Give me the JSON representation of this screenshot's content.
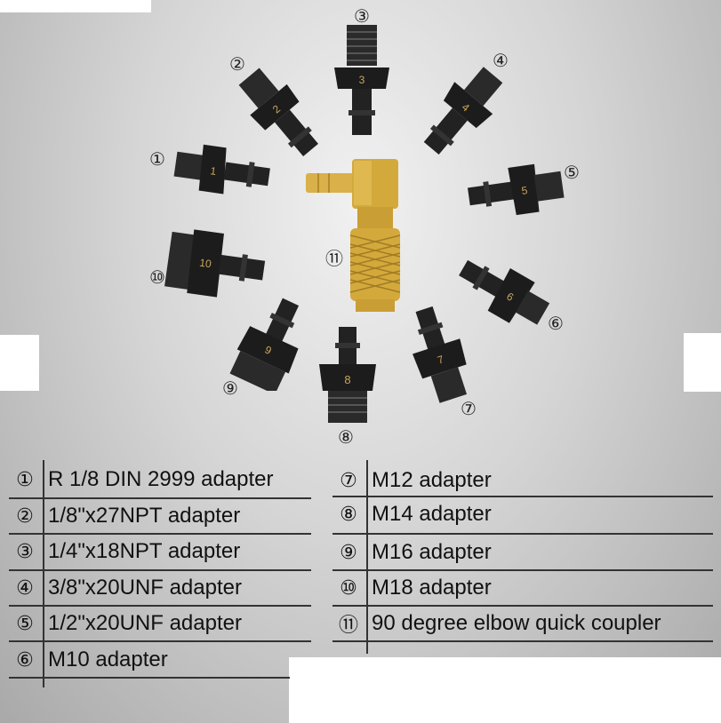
{
  "callouts": {
    "n1": "①",
    "n2": "②",
    "n3": "③",
    "n4": "④",
    "n5": "⑤",
    "n6": "⑥",
    "n7": "⑦",
    "n8": "⑧",
    "n9": "⑨",
    "n10": "⑩",
    "n11": "⑪"
  },
  "engraving": {
    "e1": "1",
    "e2": "2",
    "e3": "3",
    "e4": "4",
    "e5": "5",
    "e6": "6",
    "e7": "7",
    "e8": "8",
    "e9": "9",
    "e10": "10"
  },
  "table": {
    "left": [
      {
        "num": "①",
        "text": "R 1/8 DIN 2999 adapter"
      },
      {
        "num": "②",
        "text": "1/8\"x27NPT adapter"
      },
      {
        "num": "③",
        "text": "1/4\"x18NPT adapter"
      },
      {
        "num": "④",
        "text": "3/8\"x20UNF adapter"
      },
      {
        "num": "⑤",
        "text": "1/2\"x20UNF adapter"
      },
      {
        "num": "⑥",
        "text": "M10 adapter"
      }
    ],
    "right": [
      {
        "num": "⑦",
        "text": "M12 adapter"
      },
      {
        "num": "⑧",
        "text": "M14 adapter"
      },
      {
        "num": "⑨",
        "text": "M16 adapter"
      },
      {
        "num": "⑩",
        "text": "M18 adapter"
      },
      {
        "num": "⑪",
        "text": "90 degree elbow quick coupler"
      }
    ]
  },
  "colors": {
    "fitting_black": "#1c1c1c",
    "brass": "#d4a93c",
    "background_gray": "#c8c8c8"
  }
}
